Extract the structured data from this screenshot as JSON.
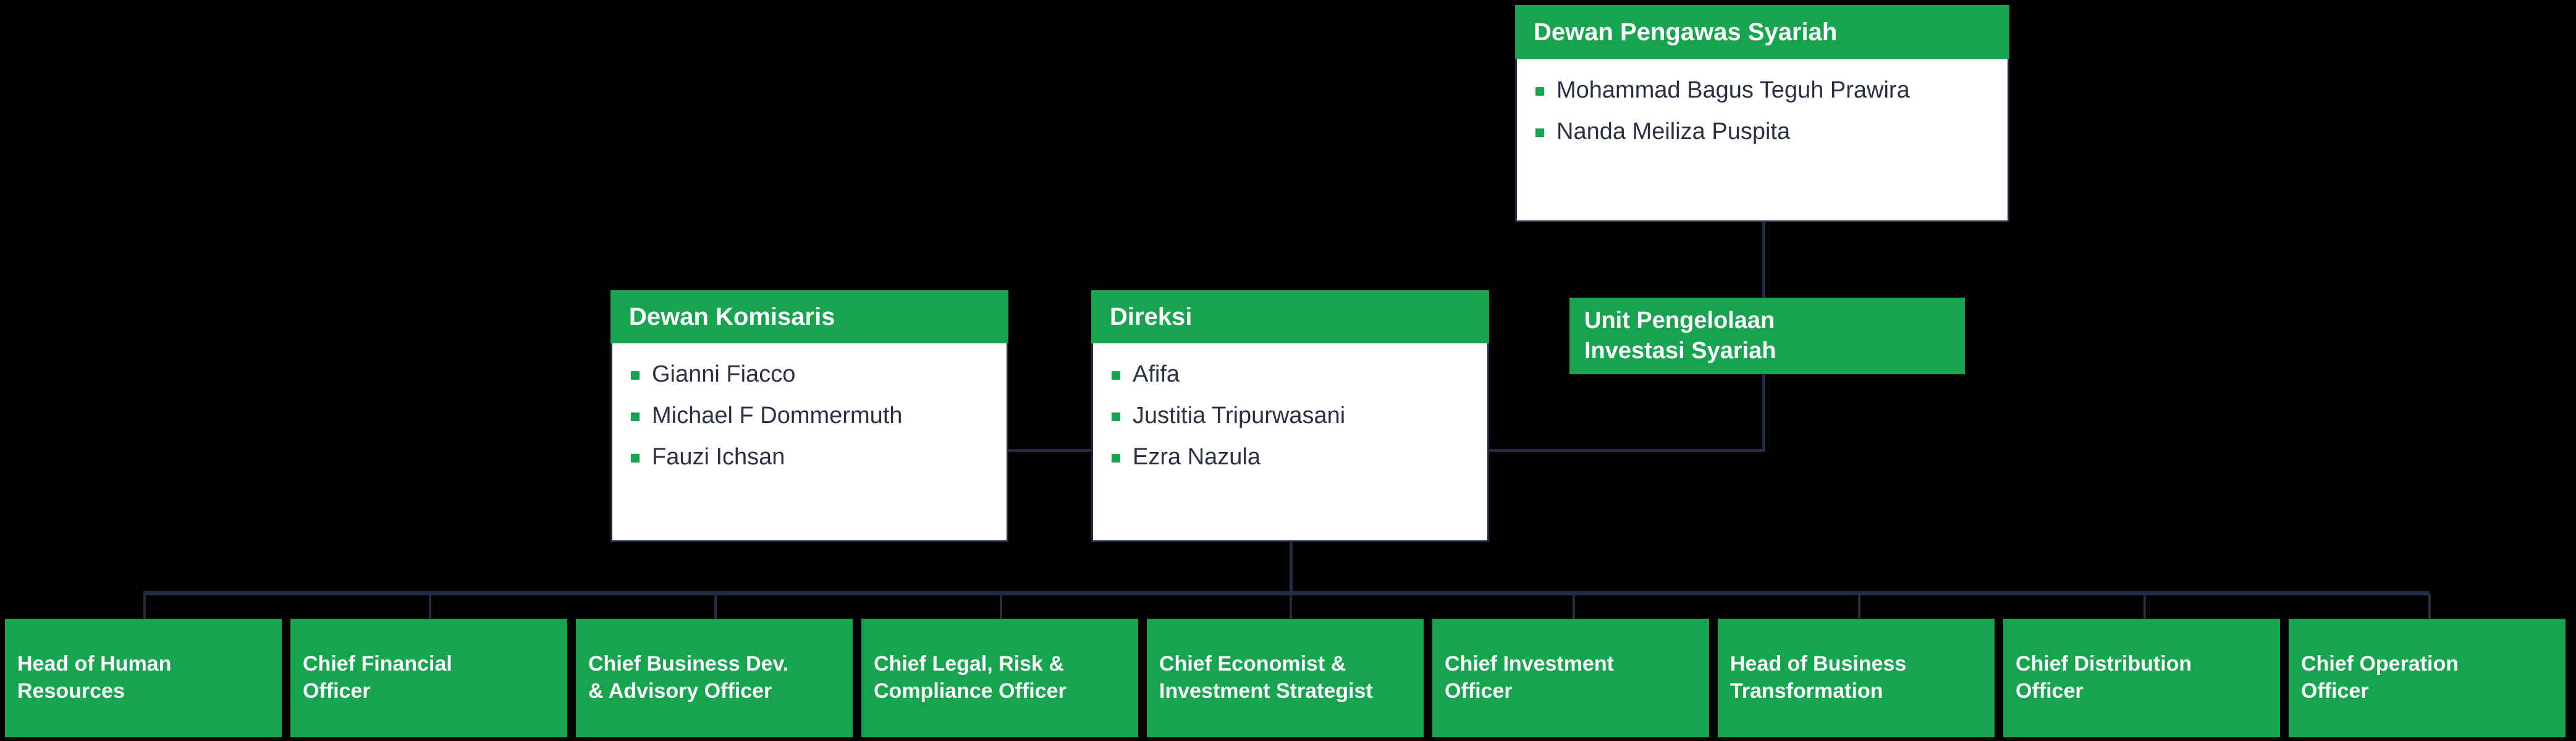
{
  "colors": {
    "brand_green": "#16A44E",
    "line_navy": "#252B42",
    "background": "#000000",
    "panel_white": "#FFFFFF",
    "body_text": "#2B3044"
  },
  "nodes": {
    "dewan_pengawas_syariah": {
      "title": "Dewan Pengawas Syariah",
      "members": [
        "Mohammad Bagus Teguh Prawira",
        "Nanda Meiliza Puspita"
      ]
    },
    "dewan_komisaris": {
      "title": "Dewan Komisaris",
      "members": [
        "Gianni Fiacco",
        "Michael F Dommermuth",
        "Fauzi Ichsan"
      ]
    },
    "direksi": {
      "title": "Direksi",
      "members": [
        "Afifa",
        "Justitia Tripurwasani",
        "Ezra Nazula"
      ]
    },
    "unit_pengelolaan": {
      "title": "Unit Pengelolaan\nInvestasi Syariah"
    }
  },
  "leaf_boxes": [
    {
      "label": "Head of Human\nResources"
    },
    {
      "label": "Chief Financial\nOfficer"
    },
    {
      "label": "Chief Business Dev.\n& Advisory Officer"
    },
    {
      "label": "Chief Legal, Risk &\nCompliance Officer"
    },
    {
      "label": "Chief Economist &\nInvestment Strategist"
    },
    {
      "label": "Chief Investment\nOfficer"
    },
    {
      "label": "Head of Business\nTransformation"
    },
    {
      "label": "Chief Distribution\nOfficer"
    },
    {
      "label": "Chief Operation\nOfficer"
    }
  ]
}
